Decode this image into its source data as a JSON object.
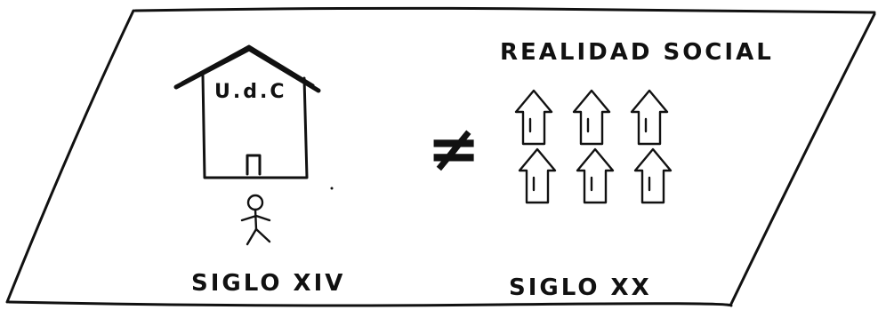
{
  "sketch": {
    "left_scene": {
      "house_label": "U.d.C",
      "caption": "SIGLO XIV"
    },
    "comparison_symbol": "≠",
    "right_scene": {
      "title": "REALIDAD SOCIAL",
      "caption": "SIGLO XX",
      "house_rows": [
        3,
        3
      ]
    },
    "colors": {
      "ink": "#111111",
      "paper": "#ffffff"
    }
  }
}
